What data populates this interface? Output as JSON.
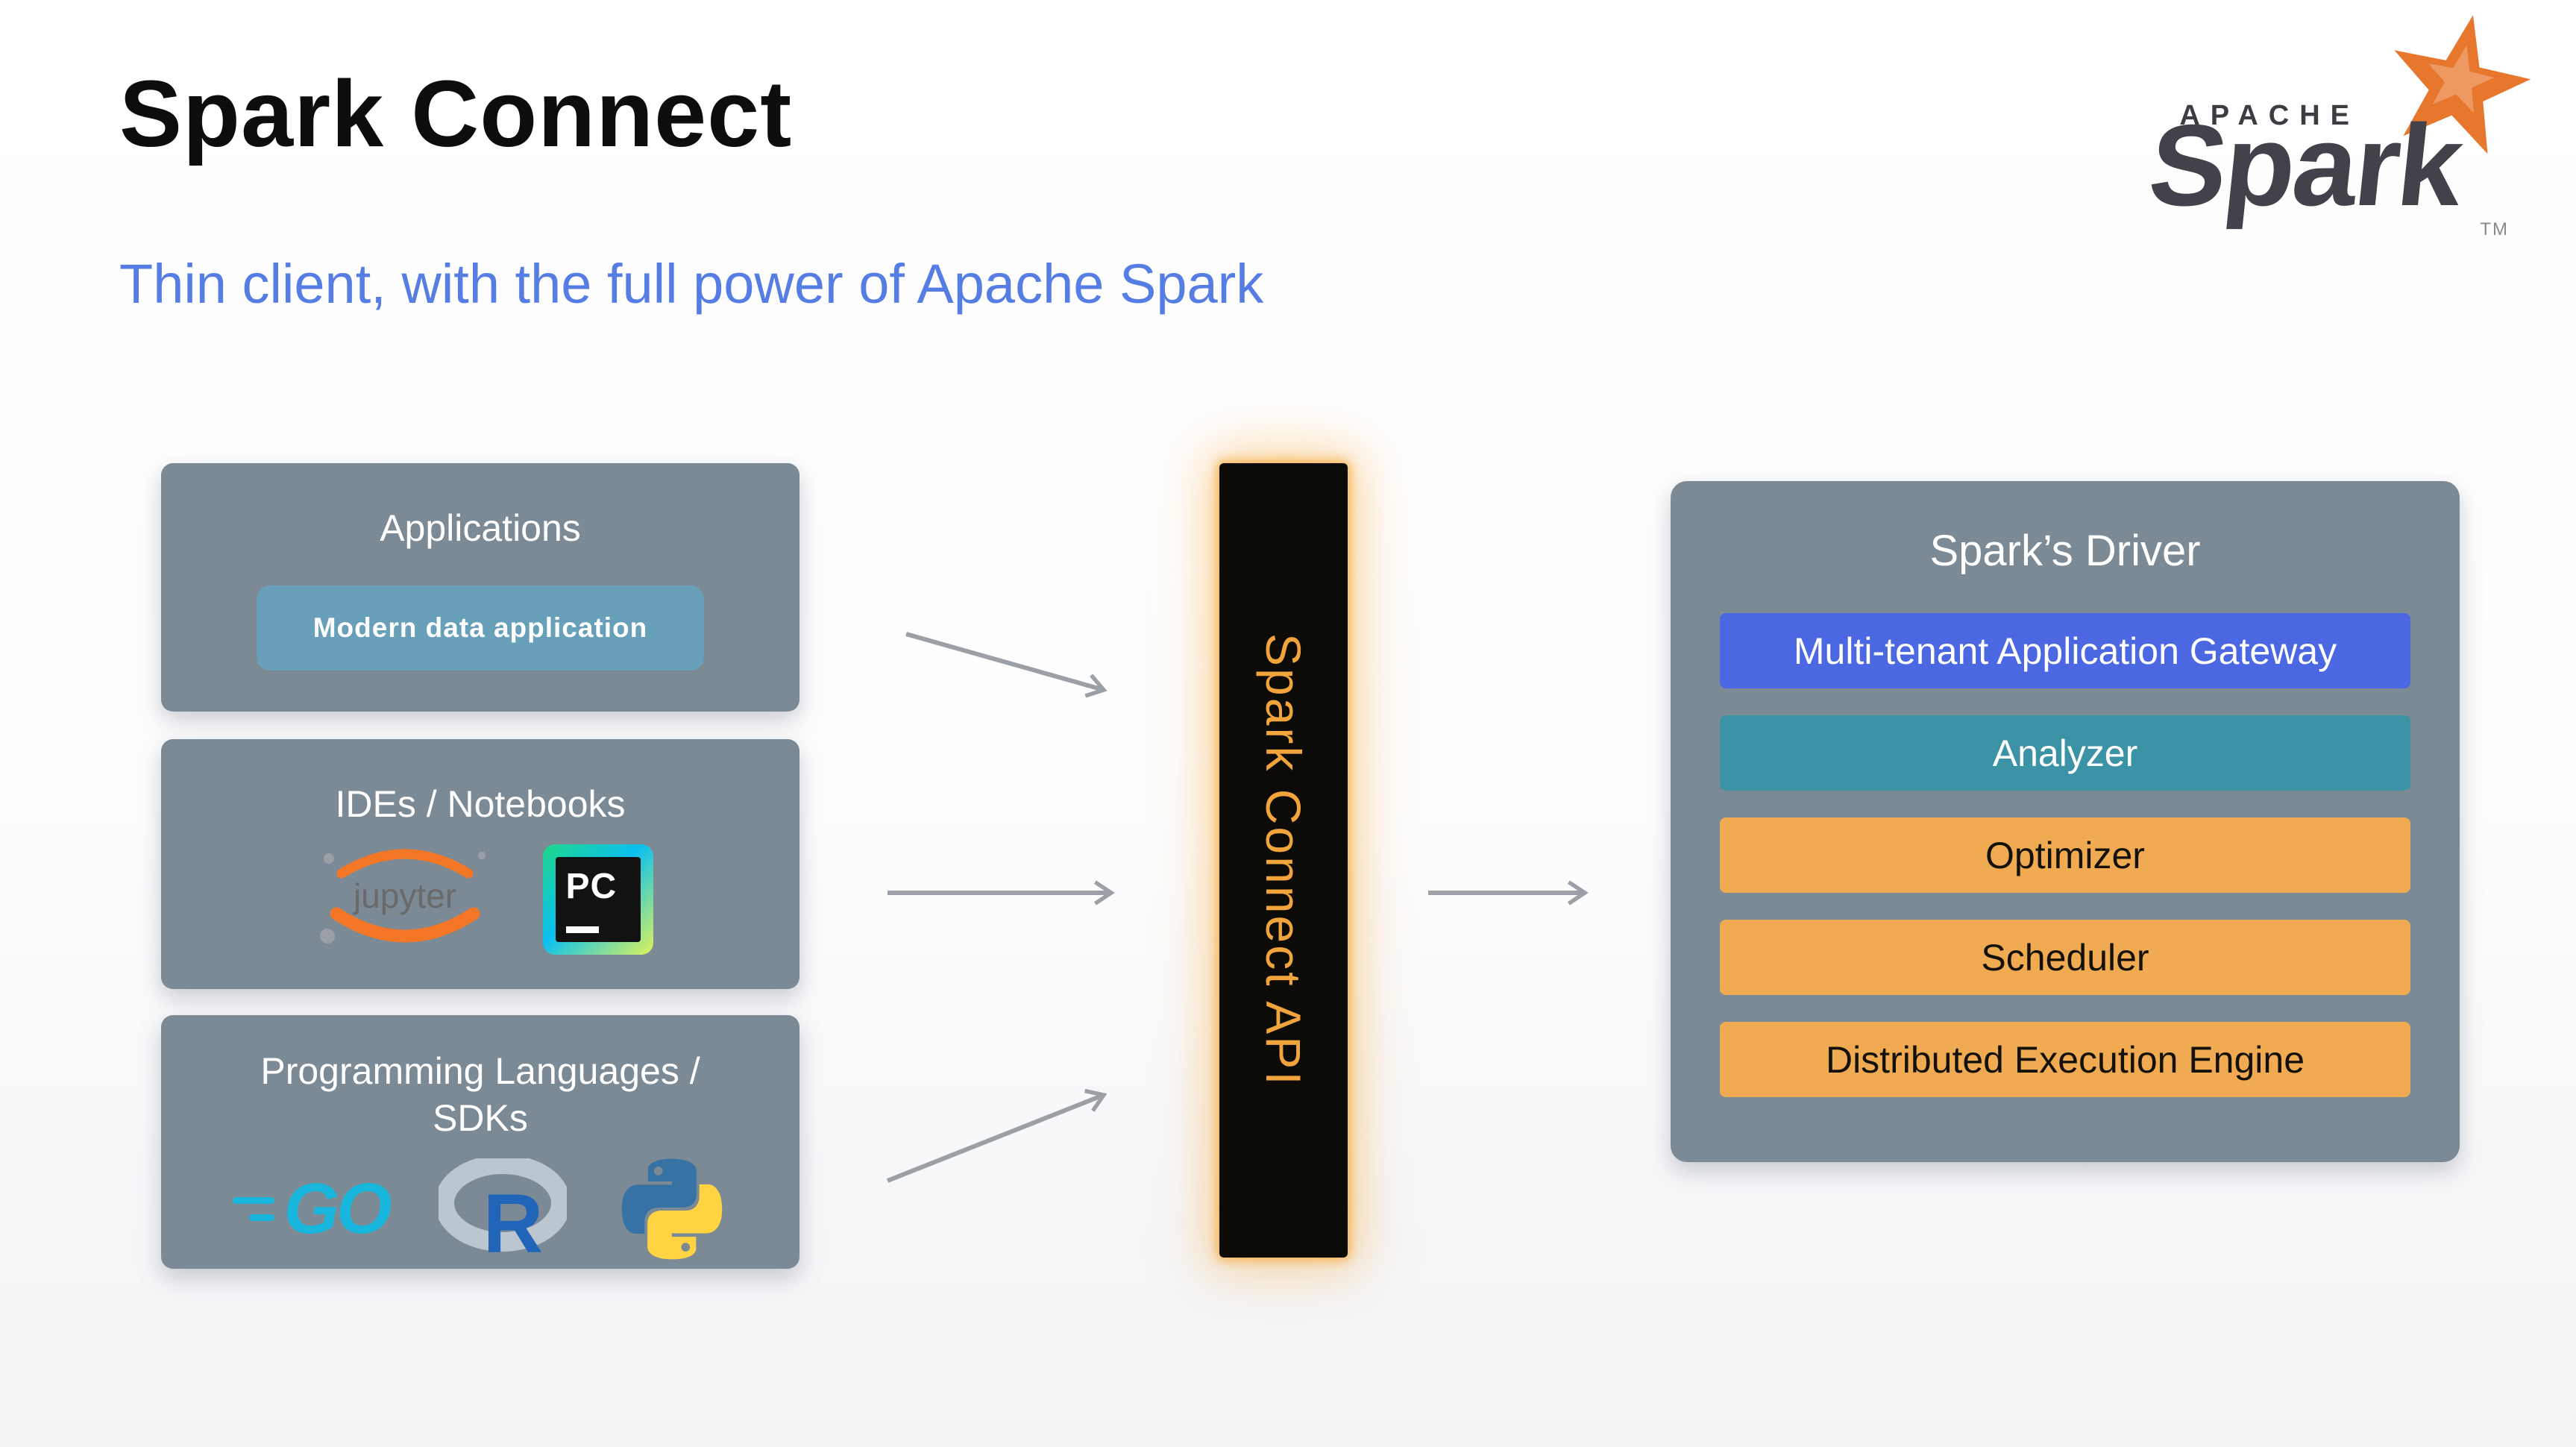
{
  "header": {
    "title": "Spark Connect",
    "subtitle": "Thin client, with the full power of Apache Spark"
  },
  "logo": {
    "apache": "APACHE",
    "spark": "Spark",
    "tm": "TM"
  },
  "boxes": {
    "applications": {
      "title": "Applications",
      "chip": "Modern data application"
    },
    "ides": {
      "title": "IDEs / Notebooks",
      "jupyter": "jupyter",
      "pycharm": "PC"
    },
    "languages": {
      "title": "Programming Languages / SDKs",
      "go": "GO",
      "r": "R"
    }
  },
  "api_bar": {
    "label": "Spark Connect API",
    "bg": "#0d0b07",
    "text": "#f2a43c"
  },
  "driver": {
    "title": "Spark’s Driver",
    "bars": [
      {
        "label": "Multi-tenant Application Gateway",
        "color": "#4b67e1",
        "text_color": "#ffffff"
      },
      {
        "label": "Analyzer",
        "color": "#3b93a5",
        "text_color": "#ffffff"
      },
      {
        "label": "Optimizer",
        "color": "#f0ab52",
        "text_color": "#14110b"
      },
      {
        "label": "Scheduler",
        "color": "#f0ab52",
        "text_color": "#14110b"
      },
      {
        "label": "Distributed Execution Engine",
        "color": "#f0ab52",
        "text_color": "#14110b"
      }
    ]
  },
  "colors": {
    "panel": "#7b8a95",
    "chip": "#68a0ba",
    "subtitle": "#567de4",
    "arrow": "#9aa0a6",
    "spark_star": "#e8772e",
    "jupyter_orange": "#f37726",
    "jupyter_gray": "#6a6a6a",
    "go_blue": "#18b6dd",
    "r_blue": "#2065b8",
    "r_ring": "#bcc6ce",
    "python_blue": "#3672a4",
    "python_yellow": "#ffd342"
  }
}
